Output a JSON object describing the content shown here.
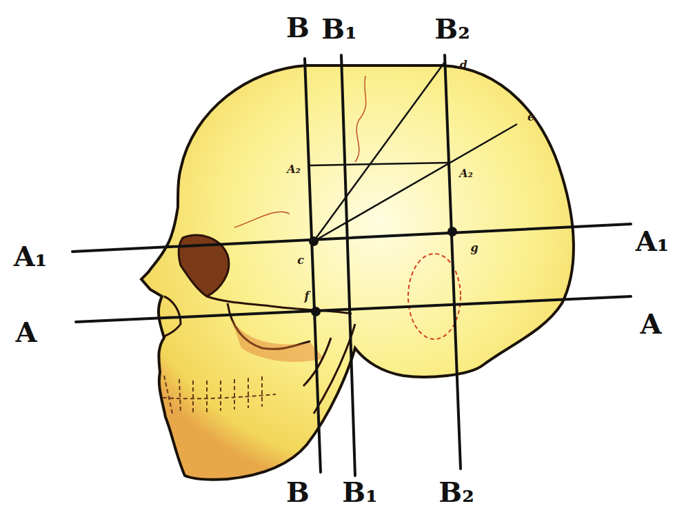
{
  "diagram": {
    "labels": [
      "B",
      "B₁",
      "B₂",
      "d",
      "e",
      "A₂",
      "A₂",
      "A₁",
      "c",
      "g",
      "A₁",
      "f",
      "A",
      "A",
      "B",
      "B₁",
      "B₂"
    ]
  }
}
